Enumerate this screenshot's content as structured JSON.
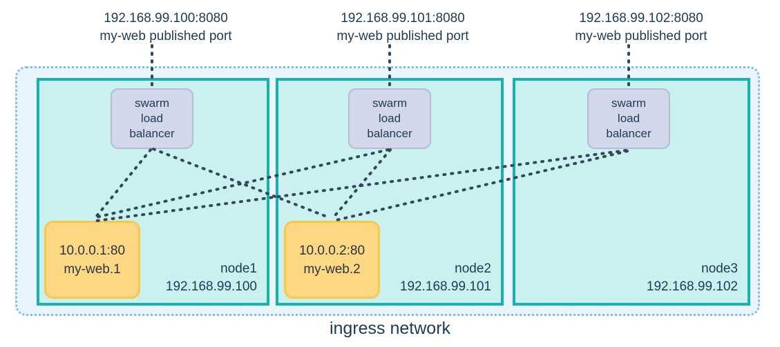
{
  "diagram": {
    "title": "ingress network",
    "colors": {
      "ingress_fill": "#e8f5fc",
      "ingress_border": "#86bcdd",
      "node_fill": "#caf0ef",
      "node_border": "#17b2ac",
      "loadbalancer_fill": "#d2d8ea",
      "loadbalancer_border": "#b3bcd6",
      "service_fill": "#fcd884",
      "service_border": "#f7c948",
      "text": "#1f3a55",
      "wire": "#33475b"
    },
    "published_ports": [
      {
        "address": "192.168.99.100:8080",
        "description": "my-web published port"
      },
      {
        "address": "192.168.99.101:8080",
        "description": "my-web published port"
      },
      {
        "address": "192.168.99.102:8080",
        "description": "my-web published port"
      }
    ],
    "load_balancer": {
      "line1": "swarm",
      "line2": "load",
      "line3": "balancer"
    },
    "nodes": [
      {
        "name": "node1",
        "ip": "192.168.99.100"
      },
      {
        "name": "node2",
        "ip": "192.168.99.101"
      },
      {
        "name": "node3",
        "ip": "192.168.99.102"
      }
    ],
    "services": [
      {
        "address": "10.0.0.1:80",
        "task": "my-web.1"
      },
      {
        "address": "10.0.0.2:80",
        "task": "my-web.2"
      }
    ]
  }
}
